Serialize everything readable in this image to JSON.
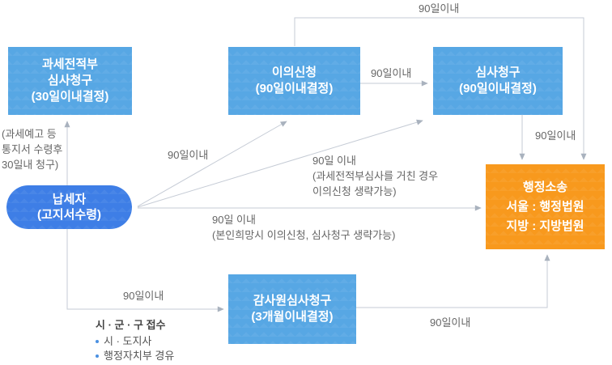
{
  "nodes": {
    "pre_assessment": [
      "과세전적부",
      "심사청구",
      "(30일이내결정)"
    ],
    "objection": [
      "이의신청",
      "(90일이내결정)"
    ],
    "review": [
      "심사청구",
      "(90일이내결정)"
    ],
    "litigation": [
      "행정소송",
      "서울 : 행정법원",
      "지방 : 지방법원"
    ],
    "taxpayer": [
      "납세자",
      "(고지서수령)"
    ],
    "audit": [
      "감사원심사청구",
      "(3개월이내결정)"
    ]
  },
  "edge_labels": {
    "objection_top_to_litigation": "90일이내",
    "objection_to_review": "90일이내",
    "review_to_litigation": "90일이내",
    "taxpayer_to_pre_note": [
      "(과세예고 등",
      "통지서 수령후",
      "30일내 청구)"
    ],
    "taxpayer_to_objection": "90일이내",
    "taxpayer_to_review": [
      "90일 이내",
      "(과세전적부심사를 거친 경우",
      "이의신청 생략가능)"
    ],
    "taxpayer_to_litigation": [
      "90일 이내",
      "(본인희망시 이의신청, 심사청구 생략가능)"
    ],
    "taxpayer_to_audit": "90일이내",
    "audit_to_litigation": "90일이내"
  },
  "footnote": {
    "title": "시 · 군 · 구 접수",
    "items": [
      "시 · 도지사",
      "행정자치부 경유"
    ]
  },
  "colors": {
    "process_box_blue": "#57A7E4",
    "taxpayer_pill_blue": "#3E7EE6",
    "litigation_orange": "#F8991D",
    "connector_gray": "#C5CBD5",
    "arrowhead_gray": "#A9B2BE",
    "label_gray": "#666666",
    "bullet_blue": "#4A90E2"
  }
}
